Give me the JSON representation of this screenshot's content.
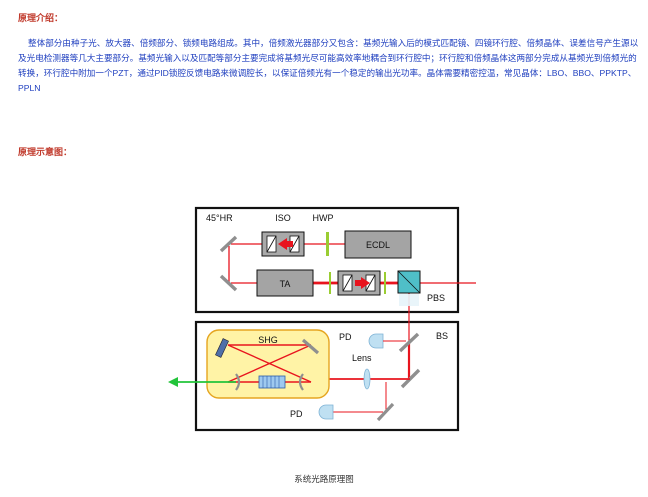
{
  "section1": {
    "title": "原理介绍："
  },
  "intro": {
    "text": "整体部分由种子光、放大器、倍频部分、锁频电路组成。其中，倍频激光器部分又包含：基频光输入后的模式匹配镜、四镜环行腔、倍频晶体、误差信号产生源以及光电检测器等几大主要部分。基频光输入以及匹配等部分主要完成将基频光尽可能高效率地耦合到环行腔中；环行腔和倍频晶体这两部分完成从基频光到倍频光的转换，环行腔中附加一个PZT，通过PID锁腔反馈电路来微调腔长，以保证倍频光有一个稳定的输出光功率。晶体需要精密控温，常见晶体：LBO、BBO、PPKTP、PPLN"
  },
  "section2": {
    "title": "原理示意图："
  },
  "diagram": {
    "labels": {
      "hr": "45°HR",
      "iso": "ISO",
      "hwp": "HWP",
      "ecdl": "ECDL",
      "ta": "TA",
      "pbs": "PBS",
      "bs": "BS",
      "pd_top": "PD",
      "pd_bottom": "PD",
      "lens": "Lens",
      "shg": "SHG"
    },
    "colors": {
      "beam_red": "#e8141e",
      "beam_green": "#22c43a",
      "box_gray": "#8f8f8f",
      "shg_fill": "#fff3a6",
      "shg_stroke": "#e5a520",
      "pbs_fill": "#4fbfc8",
      "hwp_green": "#9acd32"
    },
    "caption": "系统光路原理图"
  }
}
